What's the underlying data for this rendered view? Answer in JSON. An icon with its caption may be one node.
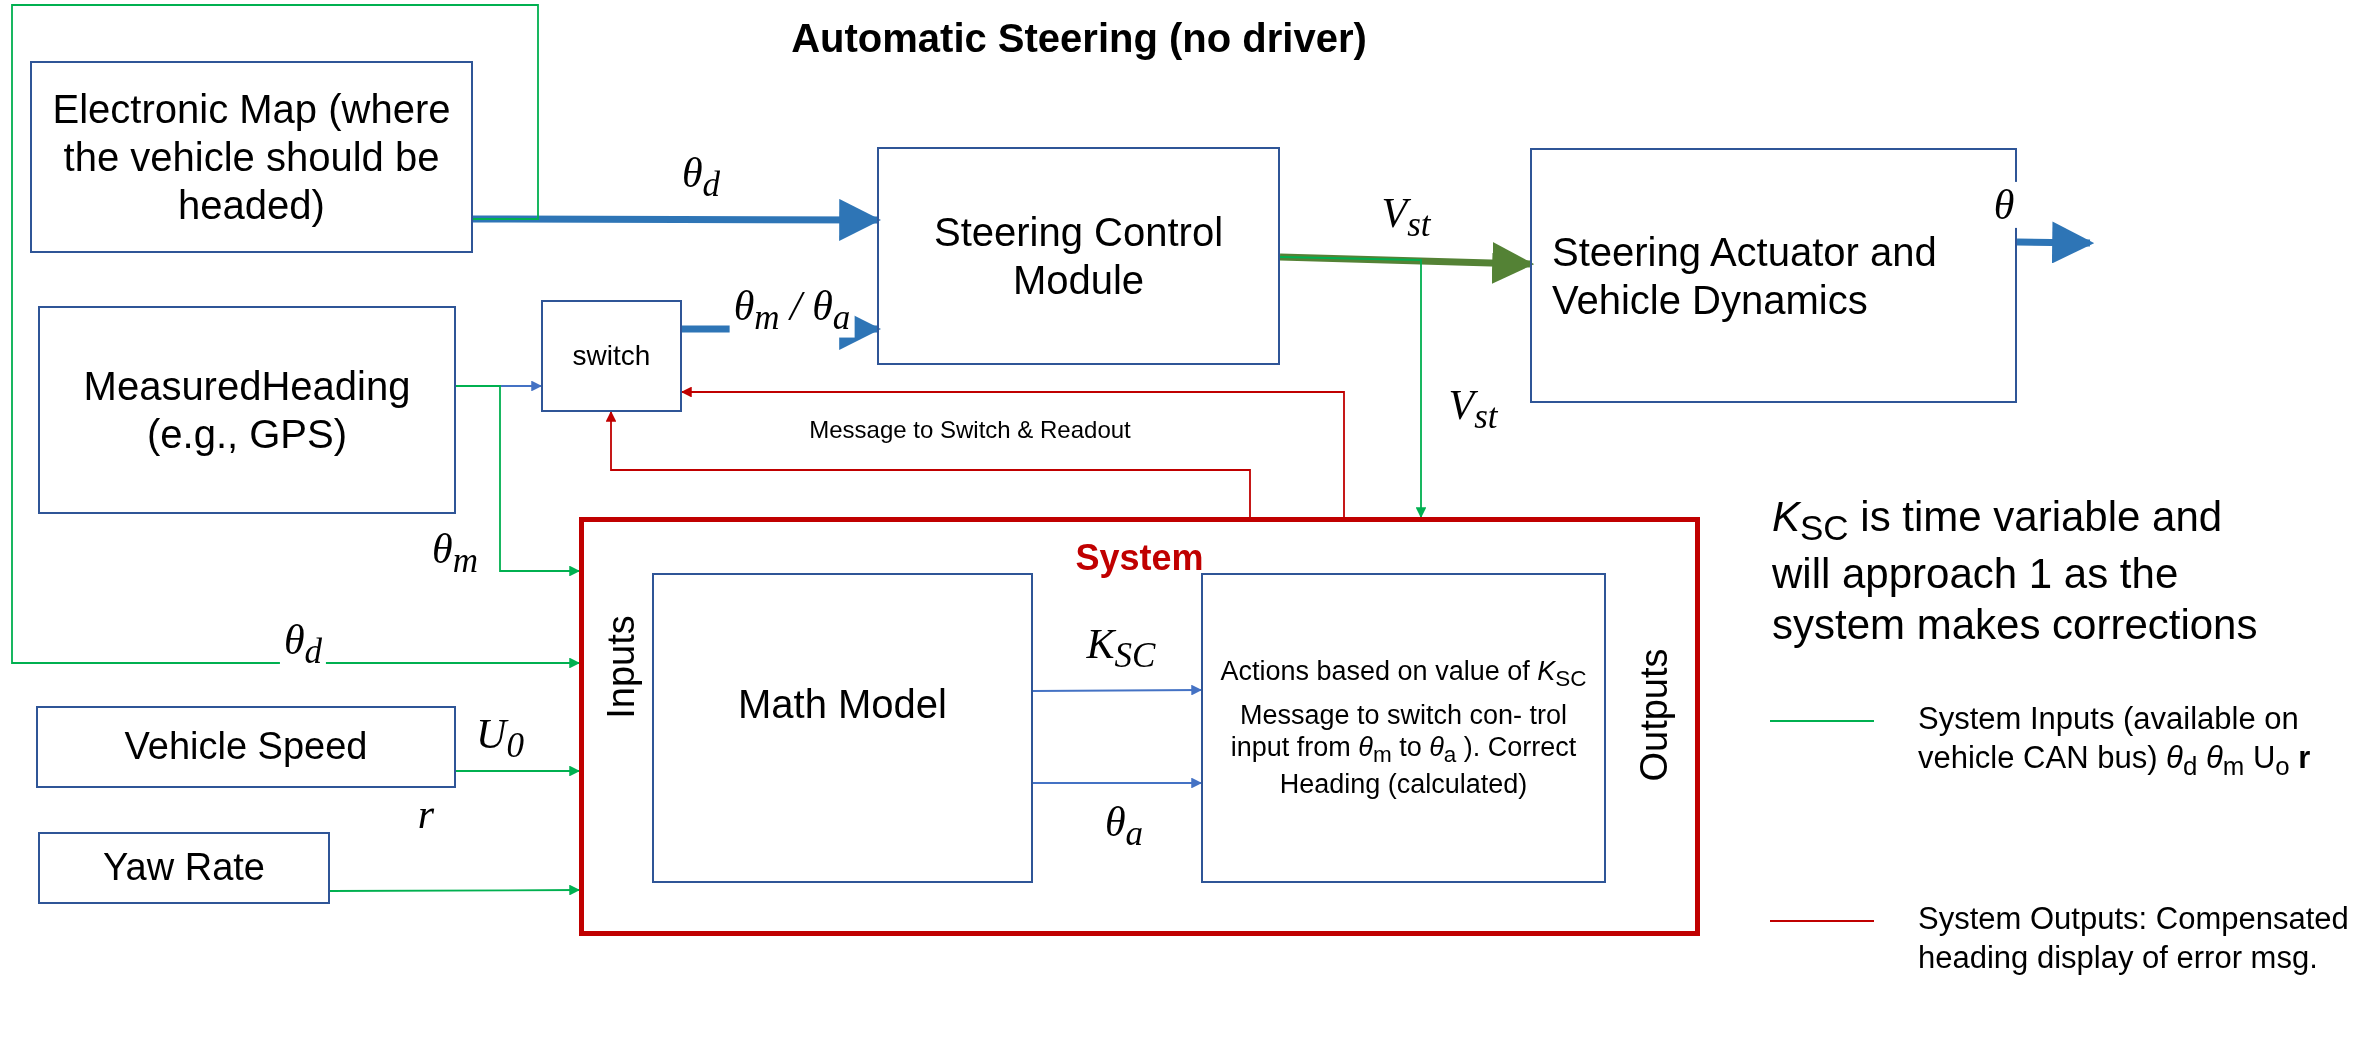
{
  "diagram": {
    "title": "Automatic Steering (no driver)",
    "nodes": [
      {
        "text": [
          "Electronic Map (where the vehicle should be headed)"
        ]
      },
      {
        "text": [
          "MeasuredHeading (e.g., GPS)"
        ]
      },
      {
        "text": [
          "switch"
        ]
      },
      {
        "text": [
          "Steering Control Module"
        ]
      },
      {
        "text": [
          "Steering Actuator and Vehicle Dynamics"
        ]
      },
      {
        "text": [
          "System"
        ]
      },
      {
        "text": [
          "Math Model"
        ],
        "in": 5
      },
      {
        "text": [
          "Actions based on value of *K*$_{SC}$",
          "Message to switch con- trol input from *θ*$_{m}$ to *θ*$_{a}$ ). Correct Heading (calculated)"
        ],
        "in": 5
      },
      {
        "text": [
          "Vehicle Speed"
        ]
      },
      {
        "text": [
          "Yaw Rate"
        ]
      }
    ],
    "edges": [
      {
        "from": 0,
        "to": 3,
        "arrow": "to",
        "label": "θ$_{d}$",
        "style": "thick",
        "color": "#2e75b6"
      },
      {
        "from": 0,
        "to": 5,
        "arrow": "to",
        "label": "θ$_{d}$",
        "color": "#00b050"
      },
      {
        "from": 1,
        "to": 2,
        "arrow": "to",
        "color": "#4472c4"
      },
      {
        "from": 1,
        "to": 5,
        "arrow": "to",
        "label": "θ$_{m}$",
        "color": "#00b050"
      },
      {
        "from": 2,
        "to": 3,
        "arrow": "to",
        "label": "θ$_{m}$ / θ$_{a}$",
        "style": "thick",
        "color": "#2e75b6"
      },
      {
        "from": 3,
        "to": 4,
        "arrow": "to",
        "label": "V$_{st}$",
        "style": "thick",
        "color": "#548235"
      },
      {
        "from": 3,
        "to": 5,
        "arrow": "to",
        "label": "V$_{st}$",
        "color": "#00b050"
      },
      {
        "from": 4,
        "to": null,
        "arrow": "to",
        "label": "θ",
        "style": "thick",
        "color": "#2e75b6"
      },
      {
        "from": 5,
        "to": 2,
        "arrow": "to",
        "label": "Message to Switch & Readout",
        "color": "#c00000"
      },
      {
        "from": 5,
        "to": 2,
        "arrow": "to",
        "color": "#c00000"
      },
      {
        "from": 6,
        "to": 7,
        "arrow": "to",
        "label": "K$_{SC}$",
        "color": "#4472c4"
      },
      {
        "from": 6,
        "to": 7,
        "arrow": "to",
        "label": "θ$_{a}$",
        "color": "#4472c4"
      },
      {
        "from": 8,
        "to": 5,
        "arrow": "to",
        "label": "U$_{0}$",
        "color": "#00b050"
      },
      {
        "from": 9,
        "to": 5,
        "arrow": "to",
        "label": "r",
        "color": "#00b050"
      }
    ],
    "labels": [
      "Inputs",
      "Outputs",
      "*K*$_{SC}$ is time variable and will approach 1 as the system makes corrections"
    ],
    "legend": [
      {
        "text": "System Inputs (available on vehicle CAN bus) *θ*$_{d}$ *θ*$_{m}$ U$_{o}$ **r**"
      },
      {
        "text": "System Outputs: Compensated heading display of error  msg."
      }
    ]
  }
}
